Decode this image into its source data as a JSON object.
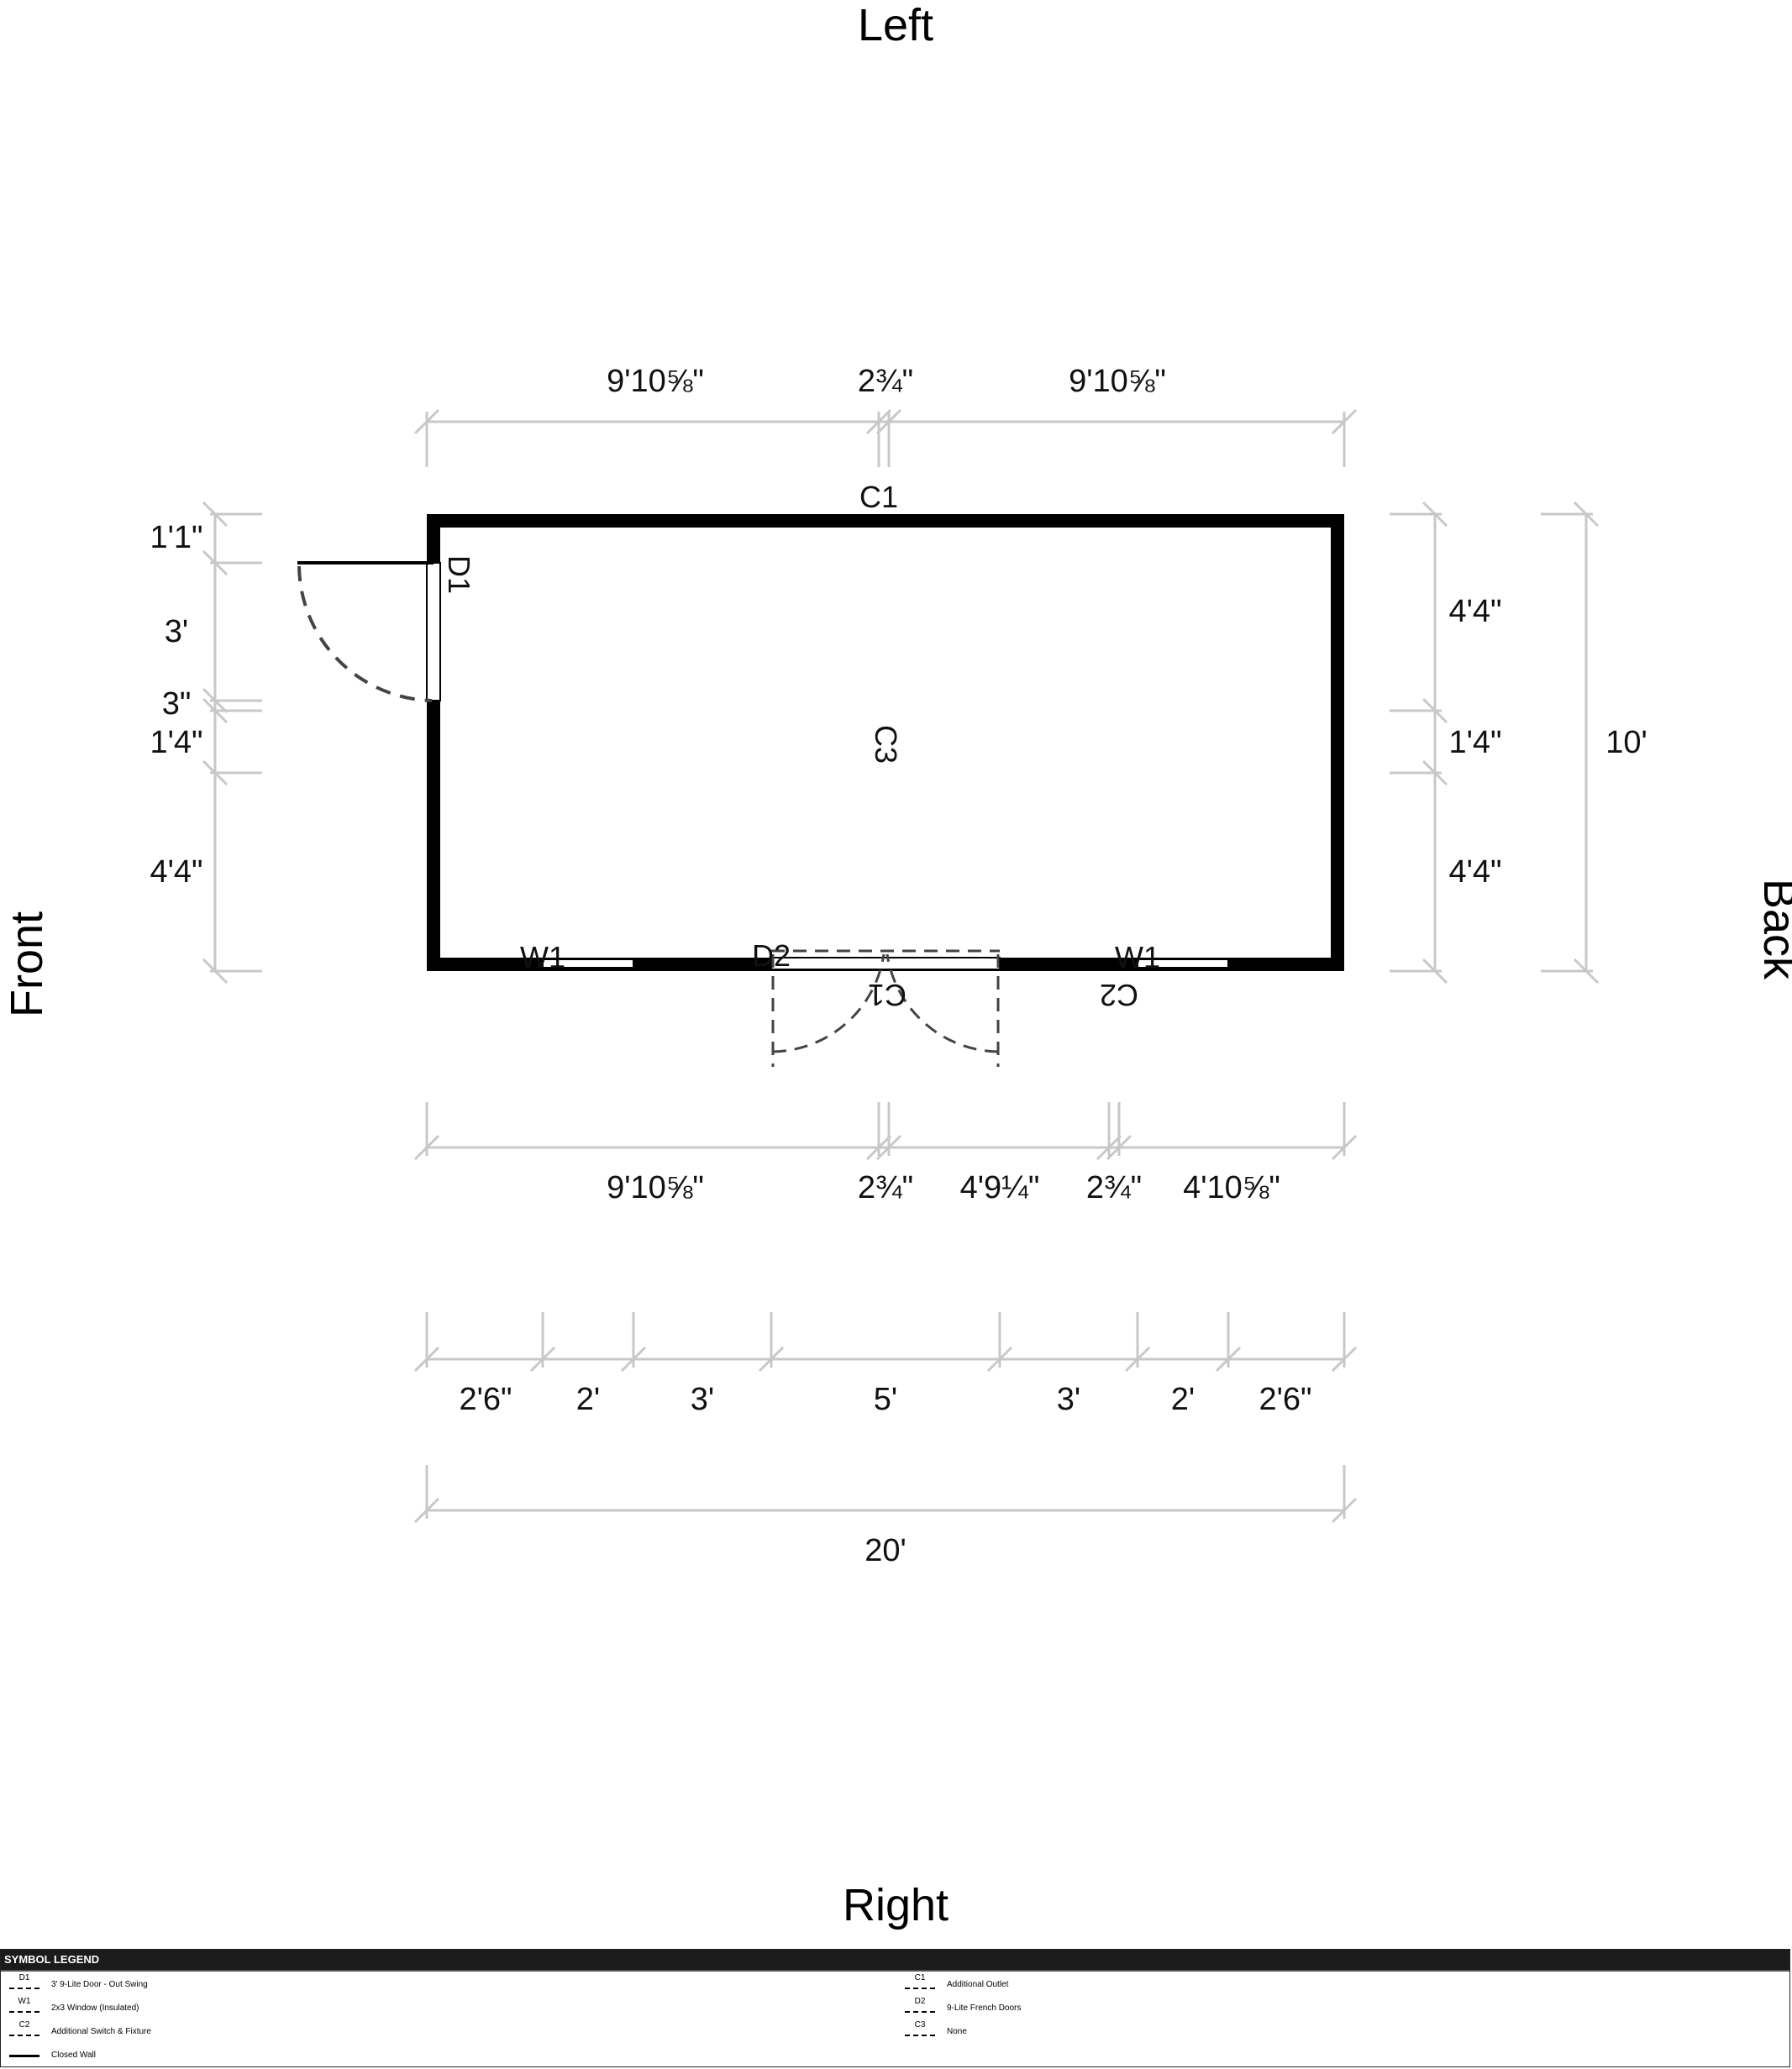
{
  "sides": {
    "top": "Left",
    "bottom": "Right",
    "left": "Front",
    "right": "Back"
  },
  "tags": {
    "c1_top": "C1",
    "c3_center": "C3",
    "d1": "D1",
    "w1_left": "W1",
    "d2": "D2",
    "w1_right": "W1",
    "c1_bottom": "C1",
    "c2": "C2"
  },
  "dimensions": {
    "top": [
      "9'10⅝\"",
      "2¾\"",
      "9'10⅝\""
    ],
    "front_side": [
      "1'1\"",
      "3'",
      "3\"",
      "1'4\"",
      "4'4\""
    ],
    "back_side": [
      "4'4\"",
      "1'4\"",
      "4'4\""
    ],
    "overall_depth": "10'",
    "bottom_openings": [
      "9'10⅝\"",
      "2¾\"",
      "4'9¼\"",
      "2¾\"",
      "4'10⅝\""
    ],
    "bottom_sections": [
      "2'6\"",
      "2'",
      "3'",
      "5'",
      "3'",
      "2'",
      "2'6\""
    ],
    "overall_length": "20'"
  },
  "legend": {
    "title": "SYMBOL LEGEND",
    "items": [
      {
        "code": "D1",
        "label": "3' 9-Lite Door - Out Swing"
      },
      {
        "code": "W1",
        "label": "2x3 Window (Insulated)"
      },
      {
        "code": "C2",
        "label": "Additional Switch & Fixture"
      },
      {
        "code": "",
        "label": "Closed Wall"
      },
      {
        "code": "C1",
        "label": "Additional Outlet"
      },
      {
        "code": "D2",
        "label": "9-Lite French Doors"
      },
      {
        "code": "C3",
        "label": "None"
      }
    ]
  },
  "colors": {
    "wall": "#000000",
    "dimension_line": "#c8c8c8",
    "legend_header": "#1b1b1b"
  }
}
